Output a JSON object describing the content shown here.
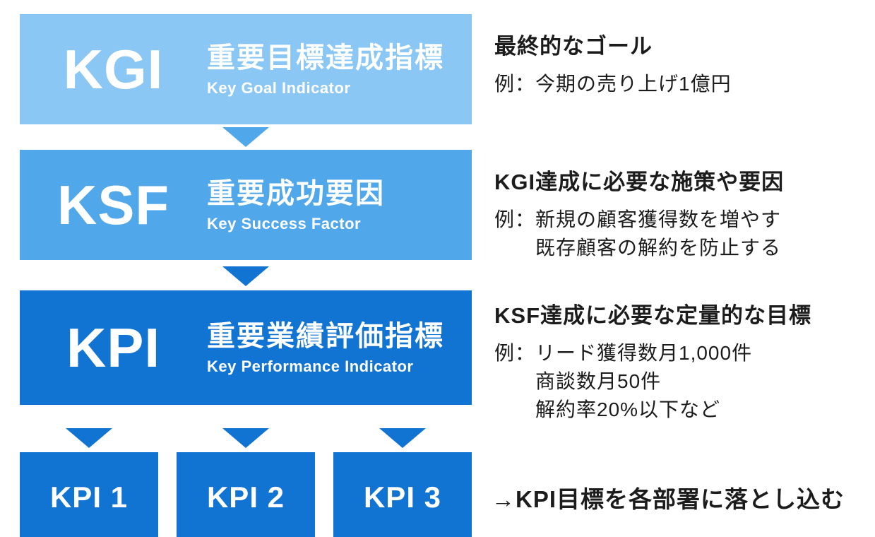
{
  "colors": {
    "kgi_box": "#8bc7f4",
    "ksf_box": "#50a7ea",
    "kpi_box": "#1173d2",
    "sub_kpi_box": "#1173d2",
    "arrow_light": "#50a7ea",
    "arrow_dark": "#1173d2",
    "text": "#1c1c1c",
    "box_text": "#ffffff"
  },
  "kgi": {
    "acronym": "KGI",
    "title_ja": "重要目標達成指標",
    "title_en": "Key Goal Indicator",
    "note_title": "最終的なゴール",
    "note_line1": "例：今期の売り上げ1億円"
  },
  "ksf": {
    "acronym": "KSF",
    "title_ja": "重要成功要因",
    "title_en": "Key Success Factor",
    "note_title": "KGI達成に必要な施策や要因",
    "note_line1": "例：新規の顧客獲得数を増やす",
    "note_line2": "既存顧客の解約を防止する"
  },
  "kpi": {
    "acronym": "KPI",
    "title_ja": "重要業績評価指標",
    "title_en": "Key Performance Indicator",
    "note_title": "KSF達成に必要な定量的な目標",
    "note_line1": "例：リード獲得数月1,000件",
    "note_line2": "商談数月50件",
    "note_line3": "解約率20%以下など"
  },
  "sub_kpi": {
    "items": [
      "KPI 1",
      "KPI 2",
      "KPI 3"
    ],
    "note": "→KPI目標を各部署に落とし込む"
  }
}
